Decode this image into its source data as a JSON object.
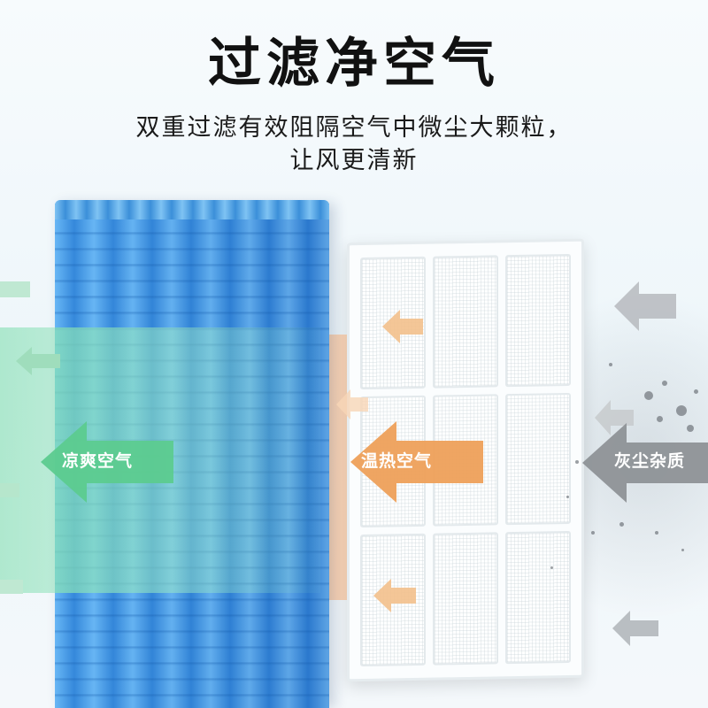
{
  "heading": {
    "title": "过滤净空气",
    "subtitle_line1": "双重过滤有效阻隔空气中微尘大颗粒，",
    "subtitle_line2": "让风更清新"
  },
  "labels": {
    "cool_air": "凉爽空气",
    "warm_air": "温热空气",
    "dust": "灰尘杂质"
  },
  "colors": {
    "cool_arrow": "#59c98c",
    "warm_arrow": "#f0a25a",
    "dust_arrow": "#8c9096",
    "curtain": "#3b8fd9"
  },
  "icons": [
    "arrow-left-icon",
    "dust-particles-icon"
  ]
}
